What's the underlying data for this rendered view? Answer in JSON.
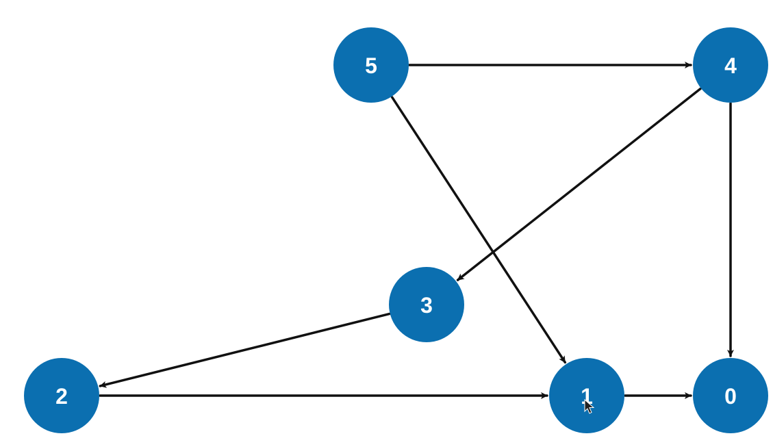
{
  "colors": {
    "node_fill": "#0b6fb0",
    "node_text": "#ffffff",
    "edge": "#111111"
  },
  "nodes": [
    {
      "id": "5",
      "label": "5"
    },
    {
      "id": "4",
      "label": "4"
    },
    {
      "id": "3",
      "label": "3"
    },
    {
      "id": "2",
      "label": "2"
    },
    {
      "id": "1",
      "label": "1"
    },
    {
      "id": "0",
      "label": "0"
    }
  ],
  "edges": [
    {
      "from": "5",
      "to": "4"
    },
    {
      "from": "5",
      "to": "1"
    },
    {
      "from": "4",
      "to": "3"
    },
    {
      "from": "4",
      "to": "0"
    },
    {
      "from": "3",
      "to": "2"
    },
    {
      "from": "2",
      "to": "1"
    },
    {
      "from": "1",
      "to": "0"
    }
  ],
  "cursor": {
    "icon": "mouse-pointer-icon",
    "over_node": "1"
  }
}
